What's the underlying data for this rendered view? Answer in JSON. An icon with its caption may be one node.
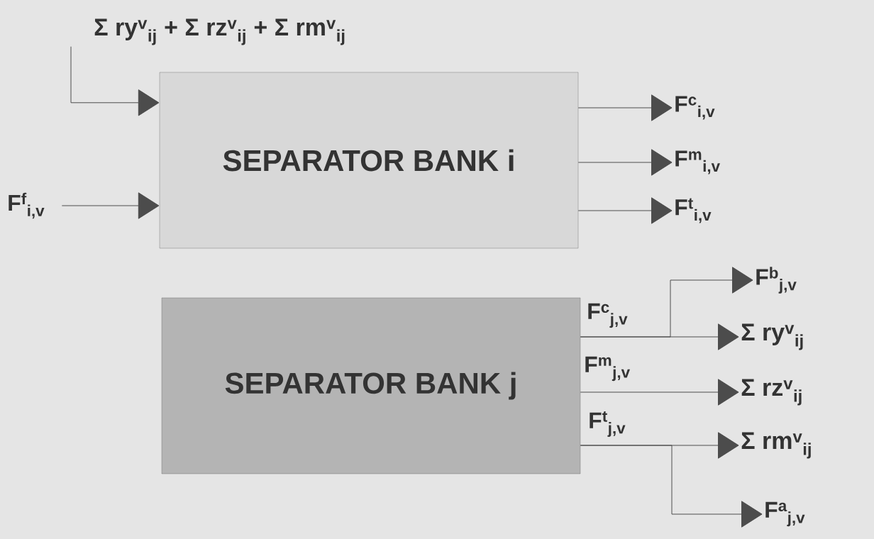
{
  "diagram": {
    "nodes": [
      {
        "text": [
          "SEPARATOR BANK i"
        ]
      },
      {
        "text": [
          "SEPARATOR BANK j"
        ]
      },
      {
        "text": [
          "Σ ry$^{v}$$_{ij}$ + Σ rz$^{v}$$_{ij}$ + Σ rm$^{v}$$_{ij}$"
        ]
      },
      {
        "text": [
          "F$^{f}$$_{i,v}$"
        ]
      },
      {
        "text": [
          "F$^{c}$$_{i,v}$"
        ]
      },
      {
        "text": [
          "F$^{m}$$_{i,v}$"
        ]
      },
      {
        "text": [
          "F$^{t}$$_{i,v}$"
        ]
      },
      {
        "text": [
          "F$^{b}$$_{j,v}$"
        ]
      },
      {
        "text": [
          "Σ ry$^{v}$$_{ij}$"
        ]
      },
      {
        "text": [
          "Σ rz$^{v}$$_{ij}$"
        ]
      },
      {
        "text": [
          "Σ rm$^{v}$$_{ij}$"
        ]
      },
      {
        "text": [
          "F$^{a}$$_{j,v}$"
        ]
      }
    ],
    "edges": [
      {
        "from": 2,
        "to": 0,
        "arrow": "to"
      },
      {
        "from": 3,
        "to": 0,
        "arrow": "to"
      },
      {
        "from": 0,
        "to": 4,
        "arrow": "to"
      },
      {
        "from": 0,
        "to": 5,
        "arrow": "to"
      },
      {
        "from": 0,
        "to": 6,
        "arrow": "to"
      },
      {
        "from": 1,
        "to": 7,
        "arrow": "to"
      },
      {
        "from": 1,
        "to": 8,
        "arrow": "to",
        "label": "F$^{c}$$_{j,v}$"
      },
      {
        "from": 1,
        "to": 9,
        "arrow": "to",
        "label": "F$^{m}$$_{j,v}$"
      },
      {
        "from": 1,
        "to": 10,
        "arrow": "to",
        "label": "F$^{t}$$_{j,v}$"
      },
      {
        "from": 1,
        "to": 11,
        "arrow": "to"
      }
    ]
  }
}
